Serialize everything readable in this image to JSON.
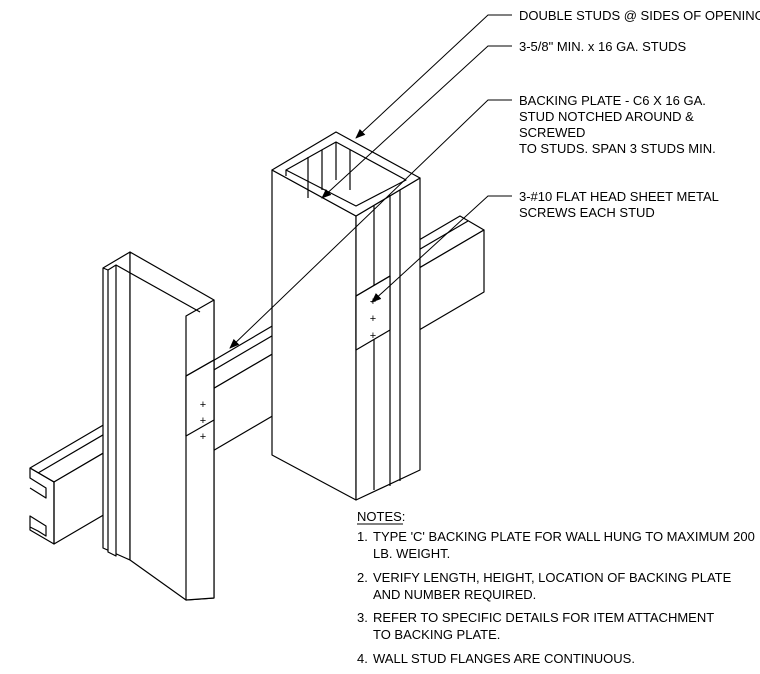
{
  "callouts": [
    "DOUBLE STUDS @ SIDES OF OPENING",
    "3-5/8\" MIN. x 16 GA. STUDS",
    "BACKING PLATE - C6 X 16 GA.",
    "STUD NOTCHED AROUND &",
    "SCREWED",
    "TO STUDS. SPAN 3 STUDS MIN.",
    "3-#10 FLAT HEAD SHEET METAL",
    "SCREWS EACH STUD"
  ],
  "screw_mark": "+",
  "notes": {
    "heading": "NOTES:",
    "items": [
      {
        "num": "1.",
        "lines": [
          "TYPE 'C' BACKING PLATE FOR WALL HUNG TO MAXIMUM 200",
          "LB. WEIGHT."
        ]
      },
      {
        "num": "2.",
        "lines": [
          "VERIFY LENGTH, HEIGHT, LOCATION OF BACKING PLATE",
          "AND NUMBER REQUIRED."
        ]
      },
      {
        "num": "3.",
        "lines": [
          "REFER TO SPECIFIC DETAILS FOR ITEM ATTACHMENT",
          "TO BACKING PLATE."
        ]
      },
      {
        "num": "4.",
        "lines": [
          "WALL STUD FLANGES ARE CONTINUOUS."
        ]
      }
    ]
  }
}
